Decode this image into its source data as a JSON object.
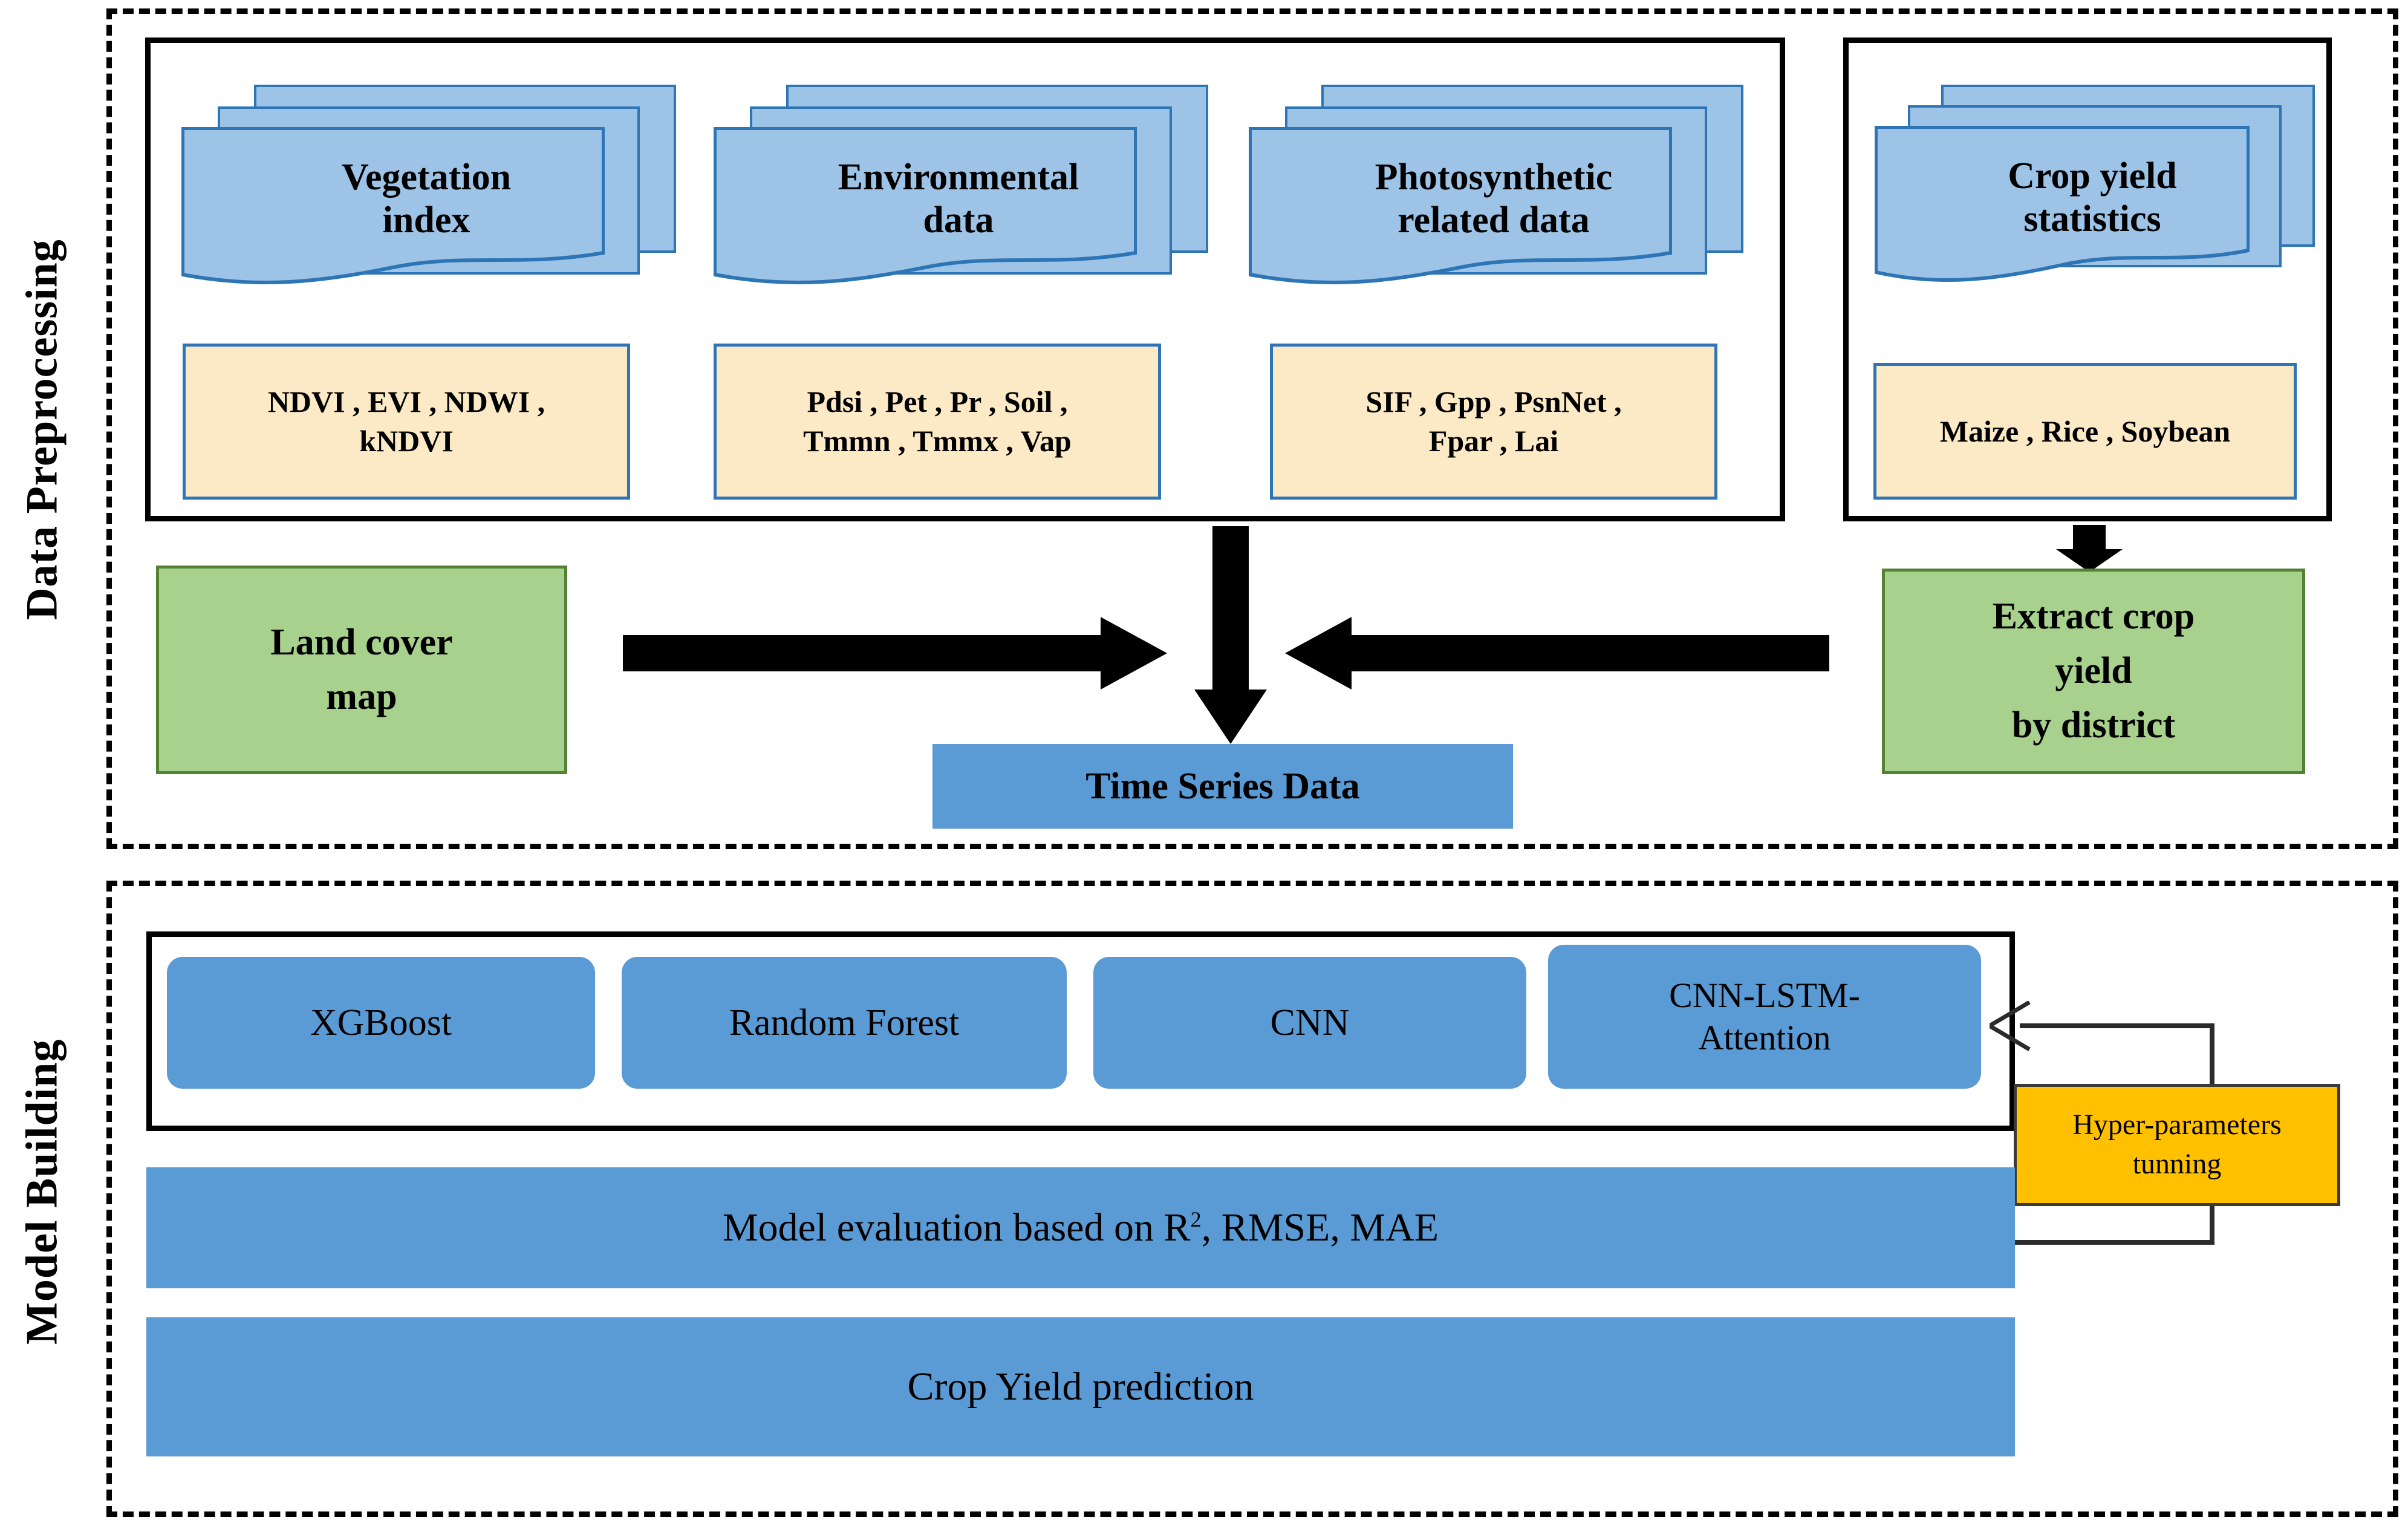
{
  "sections": [
    {
      "id": "data-preprocessing",
      "label": "Data Preprocessing"
    },
    {
      "id": "model-building",
      "label": "Model Building"
    }
  ],
  "data_sources": [
    {
      "title": "Vegetation\nindex",
      "title_lines": [
        "Vegetation",
        "index"
      ],
      "variables": "NDVI , EVI , NDWI ,\nkNDVI",
      "variable_lines": [
        "NDVI , EVI , NDWI ,",
        "kNDVI"
      ]
    },
    {
      "title": "Environmental\ndata",
      "title_lines": [
        "Environmental",
        "data"
      ],
      "variables": "Pdsi , Pet , Pr , Soil ,\nTmmn , Tmmx , Vap",
      "variable_lines": [
        "Pdsi , Pet , Pr , Soil ,",
        "Tmmn , Tmmx , Vap"
      ]
    },
    {
      "title": "Photosynthetic\nrelated data",
      "title_lines": [
        "Photosynthetic",
        "related data"
      ],
      "variables": "SIF , Gpp , PsnNet ,\nFpar , Lai",
      "variable_lines": [
        "SIF , Gpp , PsnNet ,",
        "Fpar , Lai"
      ]
    }
  ],
  "target_source": {
    "title_lines": [
      "Crop yield",
      "statistics"
    ],
    "variables": "Maize , Rice , Soybean"
  },
  "preprocessing": {
    "land_cover_lines": [
      "Land cover",
      "map"
    ],
    "extract_lines": [
      "Extract crop",
      "yield",
      "by district"
    ],
    "time_series_label": "Time Series Data"
  },
  "models": [
    {
      "label": "XGBoost",
      "lines": [
        "XGBoost"
      ]
    },
    {
      "label": "Random Forest",
      "lines": [
        "Random Forest"
      ]
    },
    {
      "label": "CNN",
      "lines": [
        "CNN"
      ]
    },
    {
      "label": "CNN-LSTM-Attention",
      "lines": [
        "CNN-LSTM-",
        "Attention"
      ]
    }
  ],
  "evaluation": {
    "prefix": "Model evaluation based on R",
    "superscript": "2",
    "suffix": ", RMSE, MAE"
  },
  "prediction": {
    "label": "Crop Yield prediction"
  },
  "tuning": {
    "lines": [
      "Hyper-parameters",
      "tunning"
    ]
  },
  "colors": {
    "light_blue": "#9DC3E6",
    "blue_border": "#2E75B6",
    "yellow_card": "#FCE9C6",
    "green": "#A9D18E",
    "green_border": "#548235",
    "strong_blue": "#5B9BD5",
    "orange": "#FFC000",
    "outline": "#000000"
  }
}
